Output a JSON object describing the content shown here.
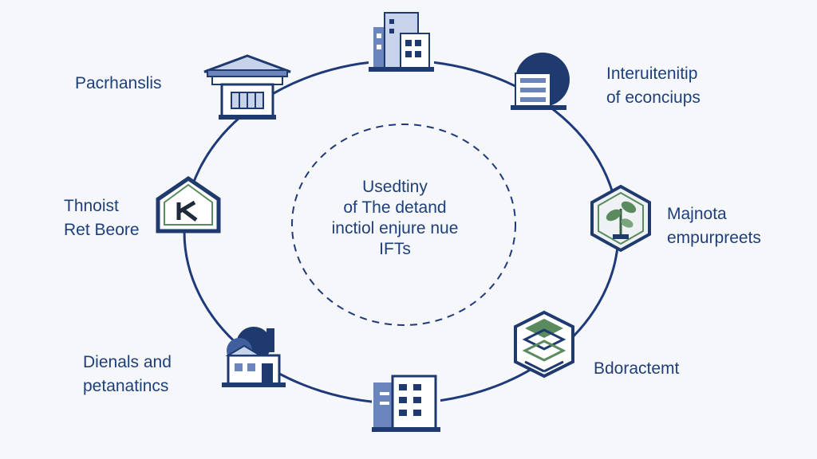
{
  "diagram": {
    "center_lines": [
      "Usedtiny",
      "of The detand",
      "inctiol enjure nue",
      "IFTs"
    ],
    "nodes": [
      {
        "id": "top",
        "icon": "office-building-icon",
        "lines": []
      },
      {
        "id": "top-right",
        "icon": "tower-building-icon",
        "lines": [
          "Interuitenitip",
          "of econciups"
        ]
      },
      {
        "id": "right",
        "icon": "plant-hexagon-icon",
        "lines": [
          "Majnota",
          "empurpreets"
        ]
      },
      {
        "id": "bottom-right",
        "icon": "layered-box-icon",
        "lines": [
          "Bdoractemt"
        ]
      },
      {
        "id": "bottom",
        "icon": "server-building-icon",
        "lines": []
      },
      {
        "id": "bottom-left",
        "icon": "factory-tree-icon",
        "lines": [
          "Dienals and",
          "petanatincs"
        ]
      },
      {
        "id": "left",
        "icon": "k-house-icon",
        "lines": [
          "Thnoist",
          "Ret Beore"
        ]
      },
      {
        "id": "top-left",
        "icon": "temple-building-icon",
        "lines": [
          "Pacrhanslis"
        ]
      }
    ]
  },
  "colors": {
    "ring": "#1f3a7a",
    "text": "#1f3f7a",
    "icon_dark": "#1f3a6e",
    "icon_mid": "#6b86bd",
    "icon_light": "#c7d3ea",
    "accent_green": "#5a8a5e",
    "background": "#f5f7fa"
  }
}
